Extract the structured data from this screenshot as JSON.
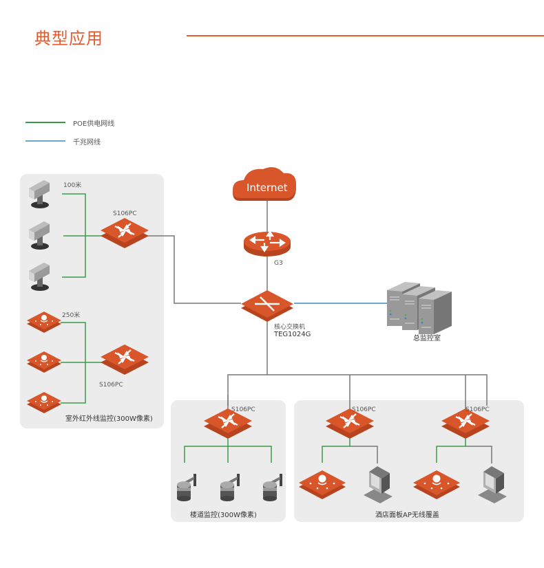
{
  "header": {
    "title": "典型应用"
  },
  "legend": [
    {
      "label": "POE供电网线",
      "color": "#3a9a4a"
    },
    {
      "label": "千兆网线",
      "color": "#6aa9cc"
    }
  ],
  "colors": {
    "accent": "#e8592a",
    "device": "#d9552a",
    "poe_line": "#3a9a4a",
    "gigabit_line": "#6aa9cc",
    "plain_line": "#777777",
    "panel_bg": "#ececec"
  },
  "nodes": {
    "internet": {
      "label": "Internet",
      "icon": "cloud-icon"
    },
    "router": {
      "label": "G3",
      "icon": "router-icon"
    },
    "core_switch": {
      "label_line1": "核心交换机",
      "label_line2": "TEG1024G",
      "icon": "core-switch-icon"
    },
    "control_room": {
      "label": "总监控室",
      "icon": "server-rack-icon"
    }
  },
  "panels": {
    "outdoor": {
      "caption": "室外红外线监控(300W像素)",
      "distance_top": "100米",
      "distance_bottom": "250米",
      "switch_top": "S106PC",
      "switch_bottom": "S106PC"
    },
    "corridor": {
      "caption": "楼道监控(300W像素)",
      "switch": "S106PC"
    },
    "hotel": {
      "caption": "酒店面板AP无线覆盖",
      "switch_left": "S106PC",
      "switch_right": "S106PC"
    }
  }
}
